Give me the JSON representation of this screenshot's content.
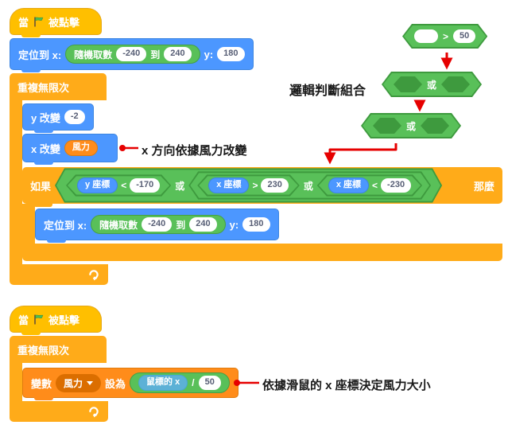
{
  "colors": {
    "events_block": "#FFBF00",
    "motion_block": "#4C97FF",
    "control_block": "#FFAB19",
    "operator_block": "#59C059",
    "variable_block": "#FF8C1A",
    "sensing_reporter": "#5CB1D6",
    "annotation_red": "#E60000"
  },
  "hat": {
    "when": "當",
    "clicked": "被點擊"
  },
  "script1": {
    "goto": {
      "label": "定位到 x:",
      "random": "隨機取數",
      "min": "-240",
      "to": "到",
      "max": "240",
      "y_label": "y:",
      "y_value": "180"
    },
    "forever": "重複無限次",
    "change_y": {
      "label": "y 改變",
      "value": "-2"
    },
    "change_x": {
      "label": "x 改變",
      "variable": "風力"
    },
    "if": {
      "if_label": "如果",
      "then_label": "那麼"
    },
    "condition": {
      "c1": {
        "reporter": "y 座標",
        "op": "<",
        "value": "-170"
      },
      "or1": "或",
      "c2": {
        "reporter": "x 座標",
        "op": ">",
        "value": "230"
      },
      "or2": "或",
      "c3": {
        "reporter": "x 座標",
        "op": "<",
        "value": "-230"
      }
    }
  },
  "legend": {
    "title": "邏輯判斷組合",
    "gt": {
      "op": ">",
      "value": "50"
    },
    "or1": "或",
    "or2": "或"
  },
  "annotations": {
    "wind_effect": "x 方向依據風力改變",
    "wind_source": "依據滑鼠的 x 座標決定風力大小"
  },
  "script2": {
    "forever": "重複無限次",
    "set": {
      "label": "變數",
      "variable": "風力",
      "to_label": "設為",
      "mouse_x": "鼠標的 x",
      "op": "/",
      "value": "50"
    }
  }
}
